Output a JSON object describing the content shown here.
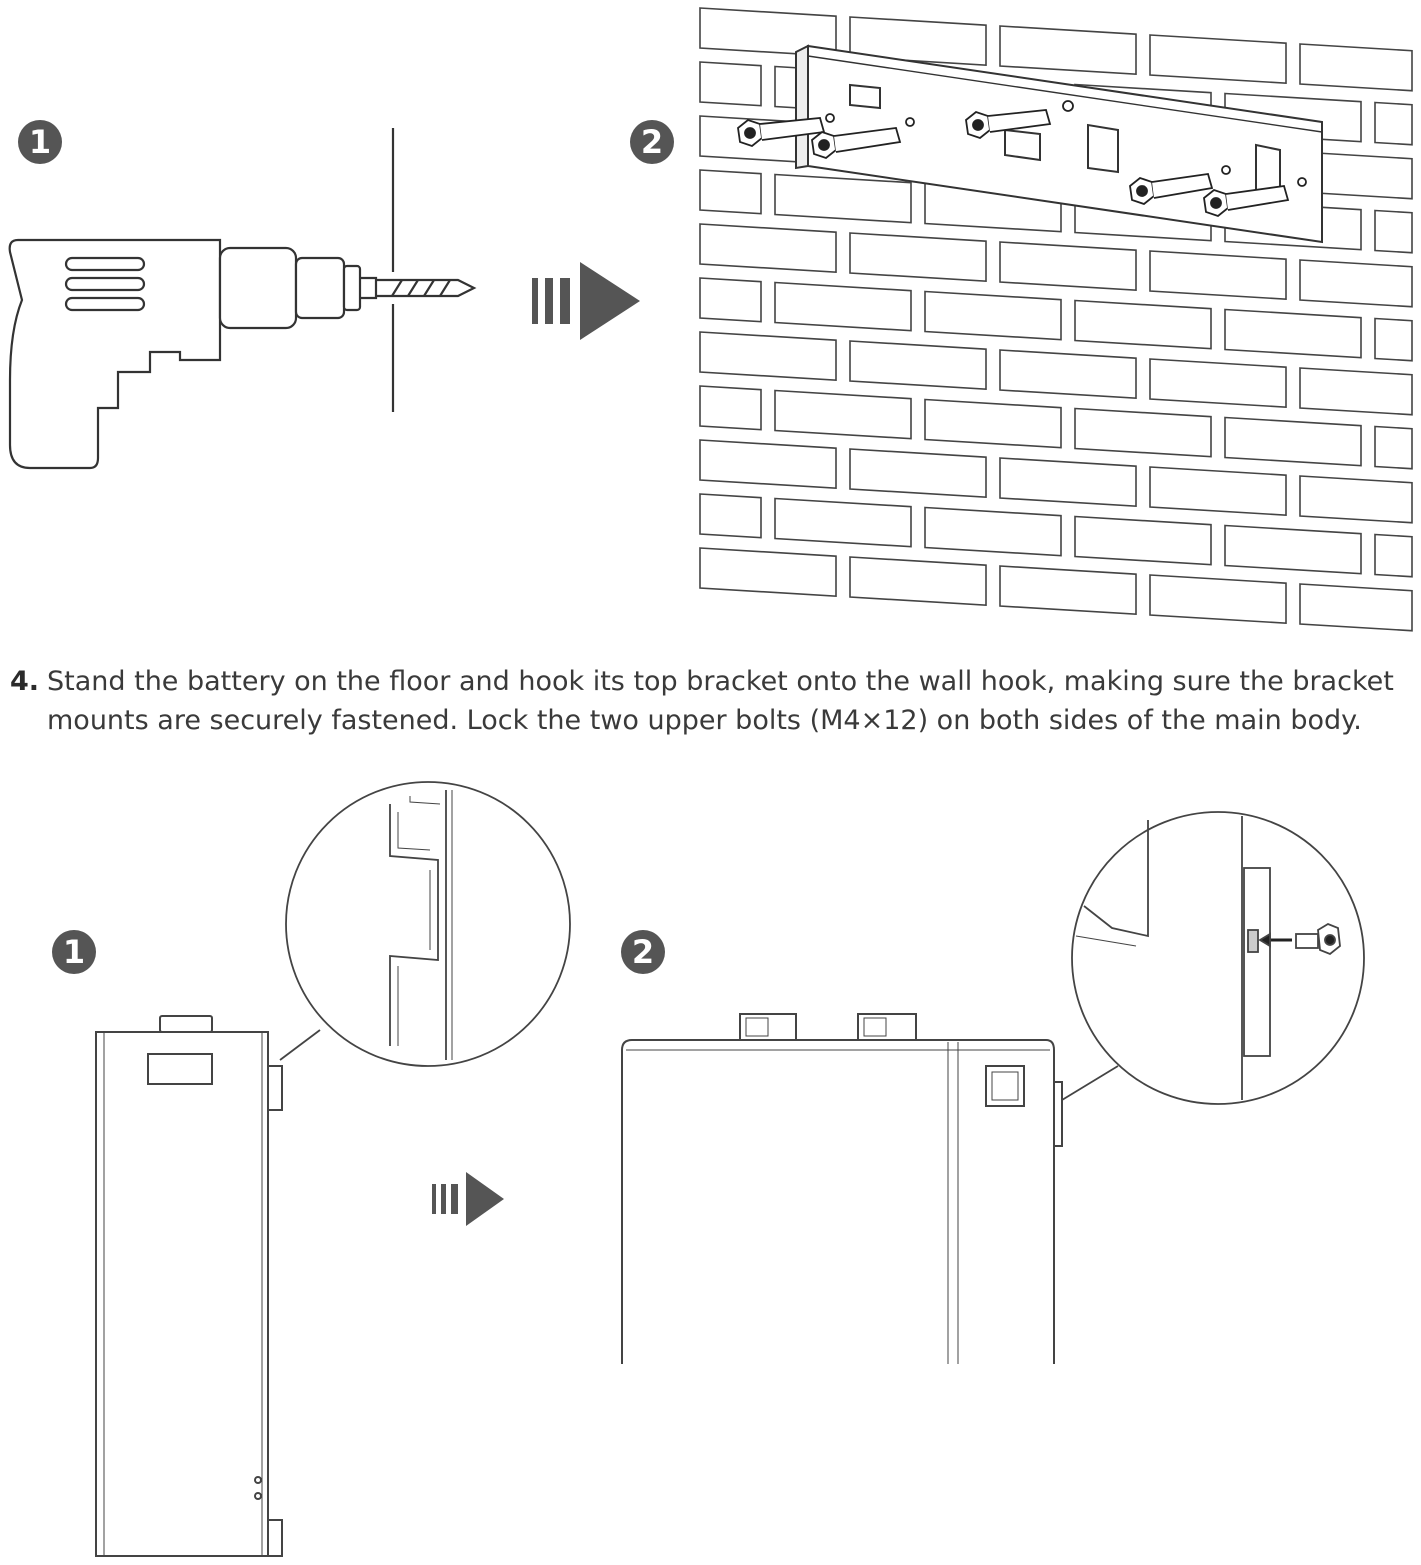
{
  "step": {
    "number": "4.",
    "text": "Stand the battery on the floor and hook its top bracket onto the wall hook, making sure the bracket mounts are securely fastened. Lock the two upper bolts (M4×12) on both sides of the main body."
  },
  "figures": {
    "top": {
      "badge_left": "1",
      "badge_right": "2",
      "arrow_icon": "step-arrow-icon"
    },
    "bottom": {
      "badge_left": "1",
      "badge_right": "2",
      "arrow_icon": "step-arrow-icon"
    }
  },
  "colors": {
    "badge": "#555555",
    "arrow": "#555555",
    "line": "#333333"
  }
}
